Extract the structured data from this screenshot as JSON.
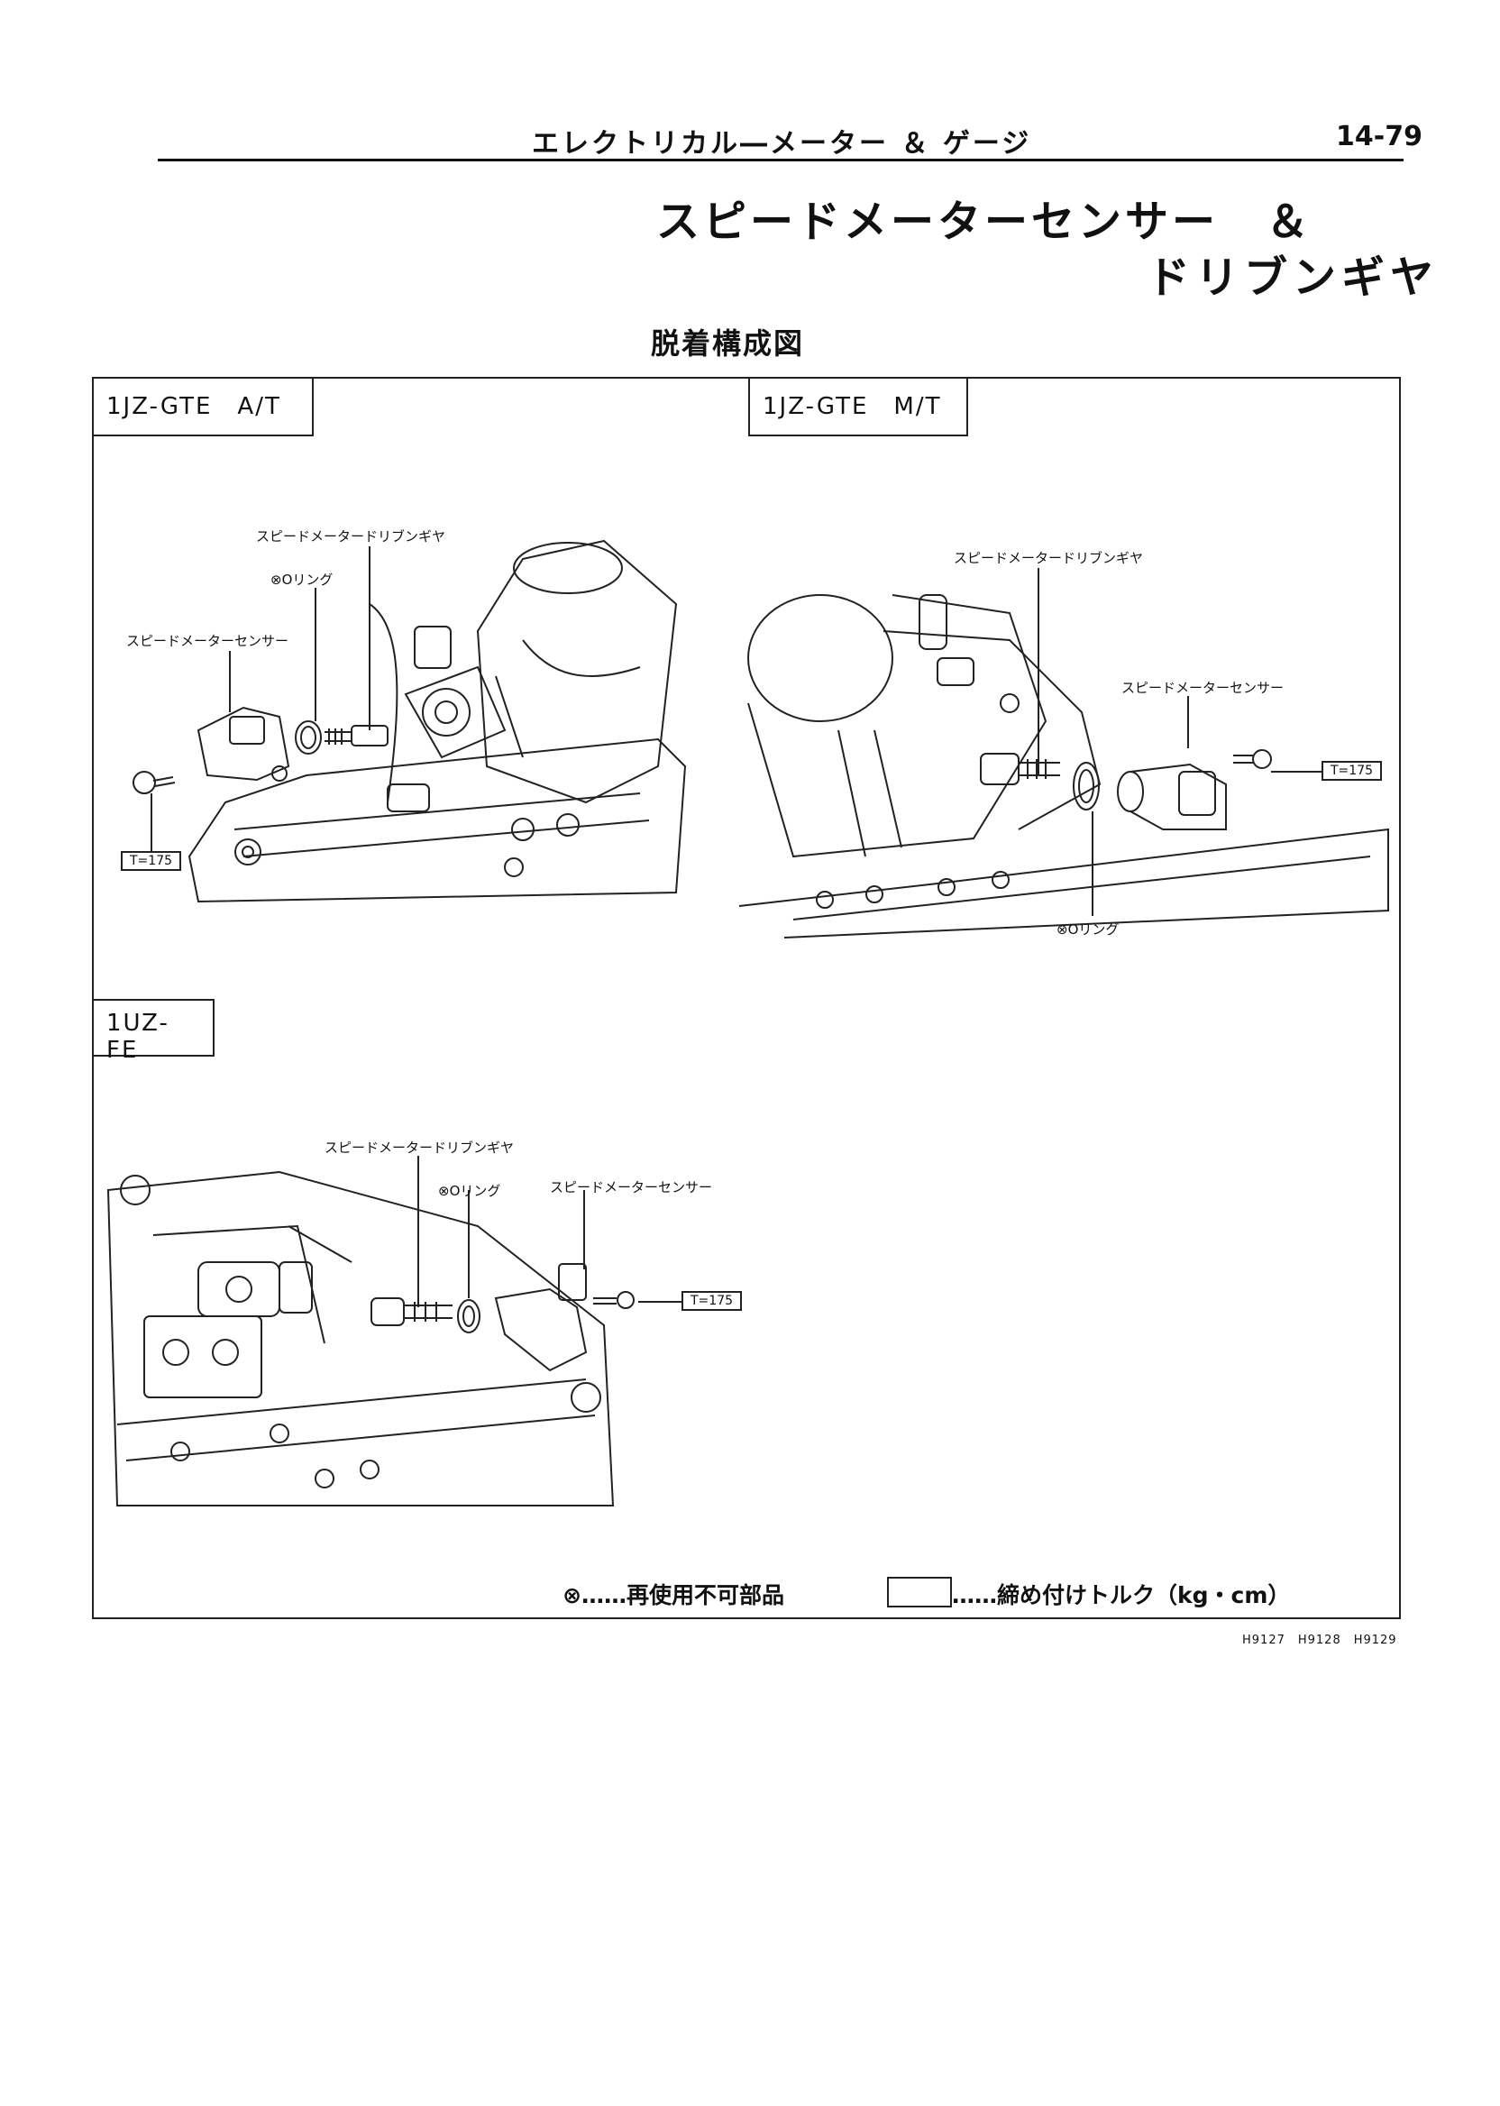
{
  "header": {
    "section_title": "エレクトリカル―メーター ＆ ゲージ",
    "page_number": "14-79"
  },
  "title": {
    "line1": "スピードメーターセンサー　＆",
    "line2": "ドリブンギヤ"
  },
  "subtitle": "脱着構成図",
  "diagrams": [
    {
      "tag": "1JZ-GTE　A/T",
      "labels": {
        "driven_gear": "スピードメータードリブンギヤ",
        "o_ring": "⊗Oリング",
        "sensor": "スピードメーターセンサー",
        "torque": "T=175"
      }
    },
    {
      "tag": "1JZ-GTE　M/T",
      "labels": {
        "driven_gear": "スピードメータードリブンギヤ",
        "sensor": "スピードメーターセンサー",
        "torque": "T=175",
        "o_ring": "⊗Oリング"
      }
    },
    {
      "tag": "1UZ-FE",
      "labels": {
        "driven_gear": "スピードメータードリブンギヤ",
        "o_ring": "⊗Oリング",
        "sensor": "スピードメーターセンサー",
        "torque": "T=175"
      }
    }
  ],
  "legend": {
    "non_reusable": "⊗……再使用不可部品",
    "torque": "……締め付けトルク（kg・cm）"
  },
  "figure_refs": "H9127　H9128　H9129"
}
